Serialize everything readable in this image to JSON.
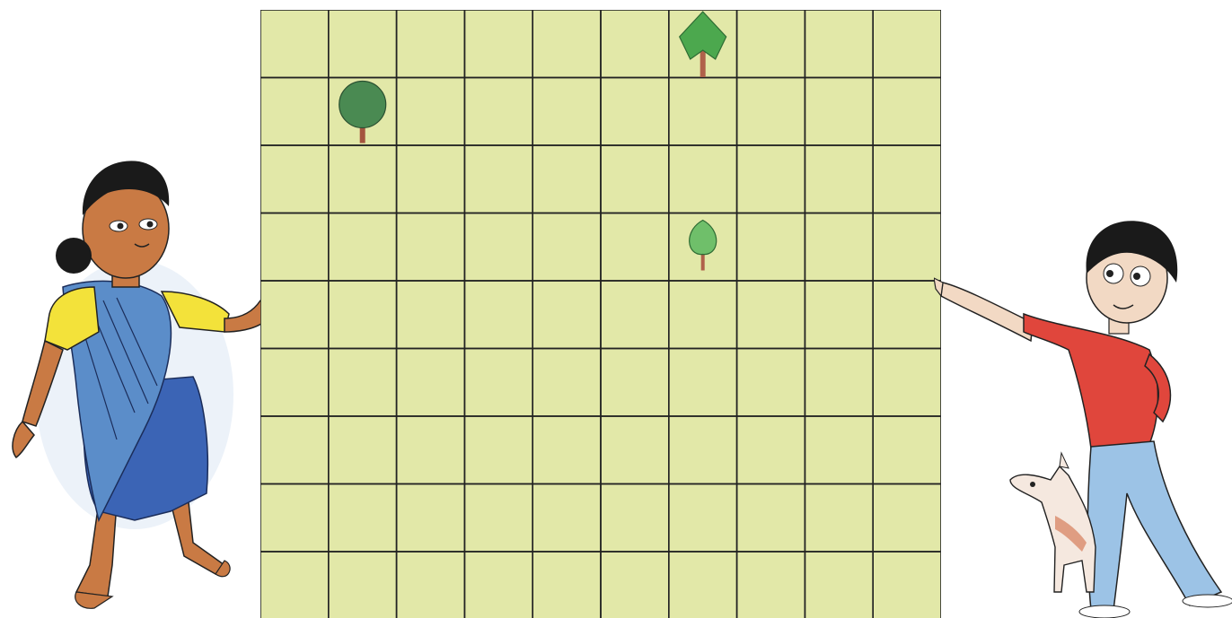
{
  "grid": {
    "columns": 10,
    "rows": 9,
    "cell_color": "#e2e8a8",
    "line_color": "#222222"
  },
  "trees": [
    {
      "name": "palm-tree",
      "col": 7,
      "row": 1,
      "kind": "palm"
    },
    {
      "name": "round-tree",
      "col": 2,
      "row": 2,
      "kind": "round"
    },
    {
      "name": "sapling-tree",
      "col": 7,
      "row": 4,
      "kind": "sapling"
    }
  ],
  "characters": {
    "girl": {
      "description_icon": "girl-in-blue-sari",
      "pointing": "grid"
    },
    "boy": {
      "description_icon": "boy-in-red-shirt",
      "pointing": "grid"
    },
    "dog": {
      "description_icon": "small-dog"
    }
  },
  "colors": {
    "sari_blue": "#4f7fc0",
    "blouse_yellow": "#f3e23a",
    "shirt_red": "#e0463c",
    "jeans_blue": "#9cc3e6",
    "skin": "#c97a44",
    "hair": "#1a1a1a"
  }
}
